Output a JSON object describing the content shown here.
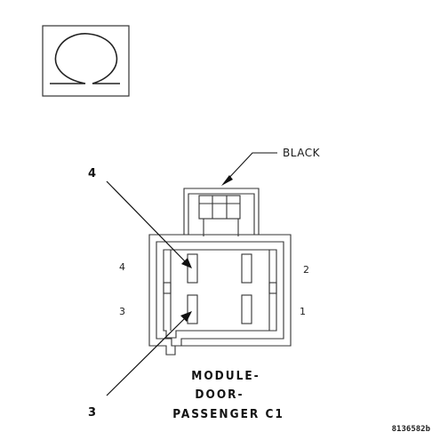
{
  "diagram": {
    "color_label": "BLACK",
    "callout_top": "4",
    "callout_bottom": "3",
    "pin_labels": {
      "top_left": "4",
      "top_right": "2",
      "bottom_left": "3",
      "bottom_right": "1"
    },
    "title_lines": [
      "MODULE-",
      "DOOR-",
      "PASSENGER C1"
    ],
    "reference_code": "8136582b",
    "view_symbol": "omega-symbol-icon"
  }
}
